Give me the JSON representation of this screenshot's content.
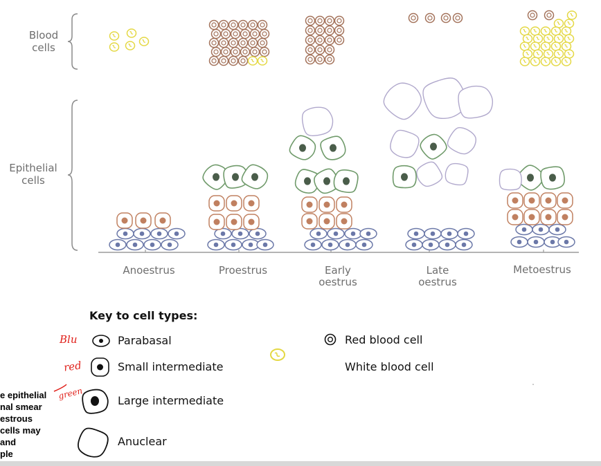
{
  "rows": {
    "blood": "Blood\ncells",
    "epithelial": "Epithelial\ncells"
  },
  "stages": [
    "Anoestrus",
    "Proestrus",
    "Early\noestrus",
    "Late\noestrus",
    "Metoestrus"
  ],
  "key": {
    "title": "Key to cell types:",
    "parabasal": "Parabasal",
    "small_intermediate": "Small intermediate",
    "large_intermediate": "Large intermediate",
    "anuclear": "Anuclear",
    "red_blood_cell": "Red blood cell",
    "white_blood_cell": "White blood cell"
  },
  "side_text": [
    "e epithelial",
    "nal smear",
    "estrous",
    "cells may",
    "and",
    "ple"
  ],
  "handwriting": {
    "parabasal": "Blu",
    "small": "red",
    "large": "green"
  },
  "colors": {
    "parabasal": "#6b78a8",
    "small_intermediate": "#c08060",
    "large_intermediate": "#6f9a6a",
    "anuclear": "#b0a8cc",
    "nucleus_dark": "#4a5d4a",
    "white_blood_cell": "#e4d843",
    "red_blood_cell": "#a3725a",
    "annotation": "#e0201a"
  }
}
